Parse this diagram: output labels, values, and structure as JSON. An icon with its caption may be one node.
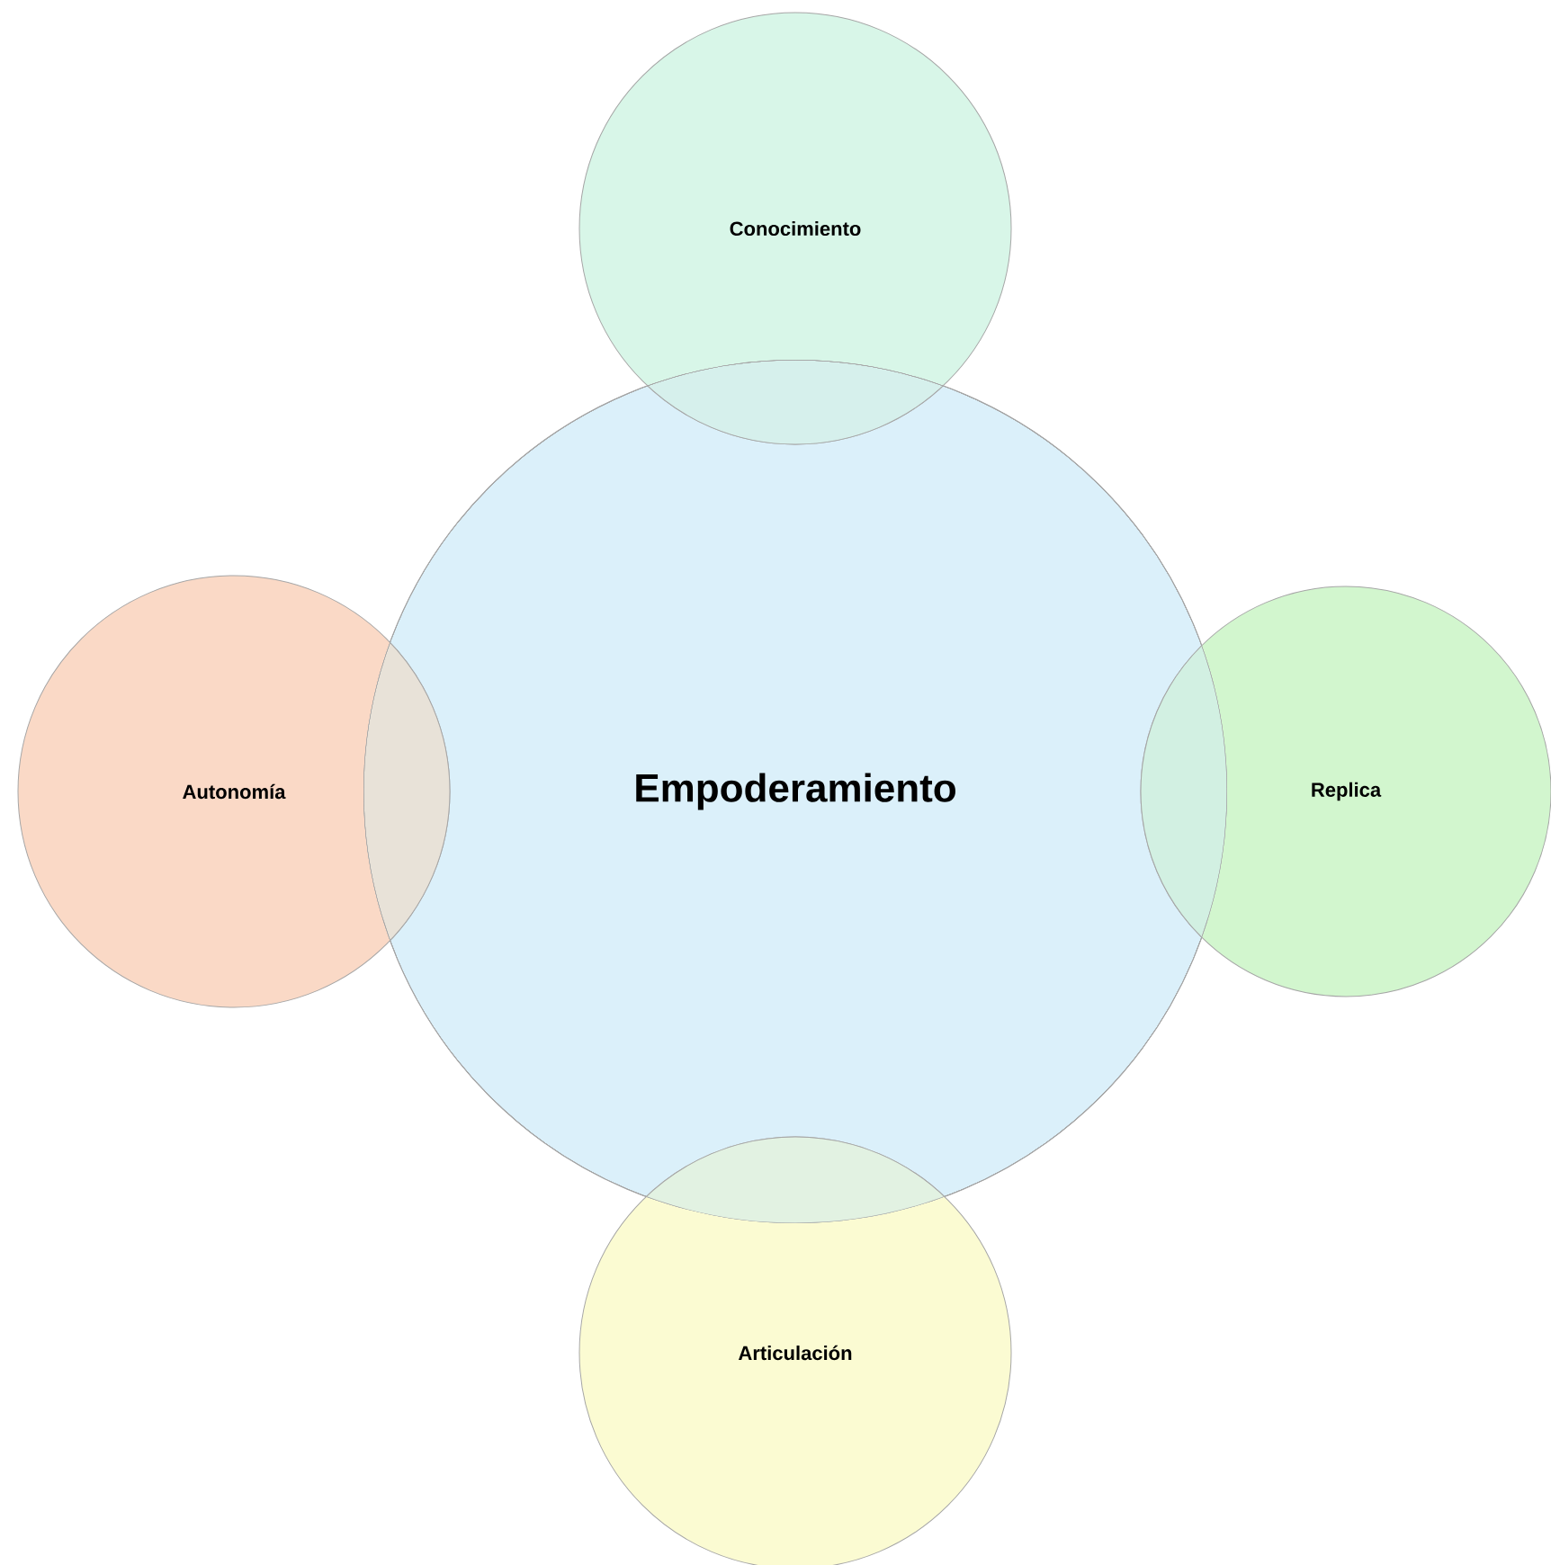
{
  "diagram": {
    "nodes": [
      {
        "text": [
          "Conocimiento"
        ]
      },
      {
        "text": [
          "Autonomía"
        ]
      },
      {
        "text": [
          "Empoderamiento"
        ]
      },
      {
        "text": [
          "Replica"
        ]
      },
      {
        "text": [
          "Articulación"
        ]
      }
    ]
  }
}
